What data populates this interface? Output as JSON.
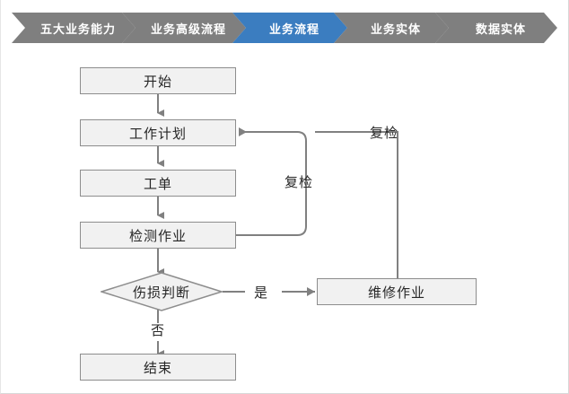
{
  "colors": {
    "chevron_inactive": "#7f7f7f",
    "chevron_active": "#3b7dc0",
    "chevron_text": "#ffffff",
    "node_fill": "#f1f1f1",
    "node_border": "#8d8d8d",
    "connector": "#808080",
    "text": "#262626",
    "page_background": "#ffffff"
  },
  "breadcrumb": {
    "items": [
      {
        "label": "五大业务能力",
        "active": false
      },
      {
        "label": "业务高级流程",
        "active": false
      },
      {
        "label": "业务流程",
        "active": true
      },
      {
        "label": "业务实体",
        "active": false
      },
      {
        "label": "数据实体",
        "active": false
      }
    ]
  },
  "flowchart": {
    "type": "flowchart",
    "nodes": [
      {
        "id": "start",
        "label": "开始",
        "shape": "rectangle"
      },
      {
        "id": "work_plan",
        "label": "工作计划",
        "shape": "rectangle"
      },
      {
        "id": "work_order",
        "label": "工单",
        "shape": "rectangle"
      },
      {
        "id": "inspection",
        "label": "检测作业",
        "shape": "rectangle"
      },
      {
        "id": "damage",
        "label": "伤损判断",
        "shape": "diamond"
      },
      {
        "id": "repair",
        "label": "维修作业",
        "shape": "rectangle"
      },
      {
        "id": "end",
        "label": "结束",
        "shape": "rectangle"
      }
    ],
    "edges": [
      {
        "from": "start",
        "to": "work_plan",
        "label": ""
      },
      {
        "from": "work_plan",
        "to": "work_order",
        "label": ""
      },
      {
        "from": "work_order",
        "to": "inspection",
        "label": ""
      },
      {
        "from": "inspection",
        "to": "damage",
        "label": ""
      },
      {
        "from": "inspection",
        "to": "work_plan",
        "label": "复检"
      },
      {
        "from": "damage",
        "to": "repair",
        "label": "是"
      },
      {
        "from": "damage",
        "to": "end",
        "label": "否"
      },
      {
        "from": "repair",
        "to": "work_plan",
        "label": "复检"
      }
    ],
    "labels": {
      "recheck_inner": "复检",
      "recheck_outer": "复检",
      "yes": "是",
      "no": "否"
    }
  }
}
